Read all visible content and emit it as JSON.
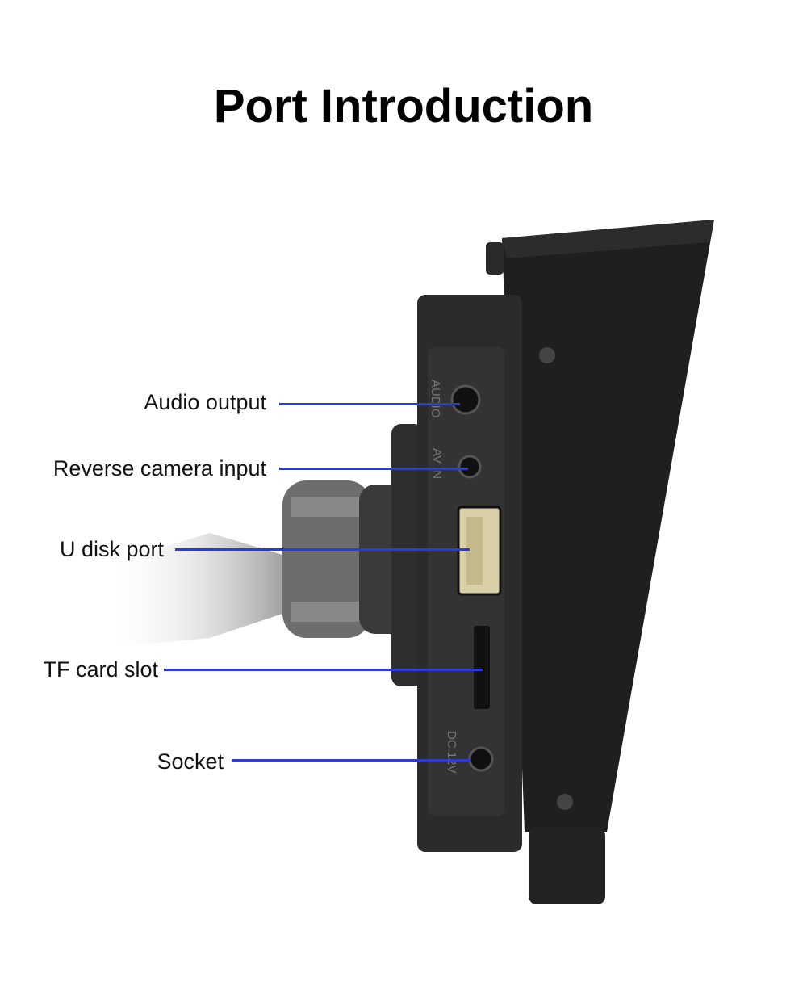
{
  "title": "Port Introduction",
  "accent_color": "#2b3bd8",
  "callouts": [
    {
      "label": "Audio output"
    },
    {
      "label": "Reverse camera input"
    },
    {
      "label": "U disk port"
    },
    {
      "label": "TF card slot"
    },
    {
      "label": "Socket"
    }
  ],
  "device_markings": {
    "audio": "AUDIO",
    "av_in": "AV IN",
    "dc": "DC 12V"
  }
}
